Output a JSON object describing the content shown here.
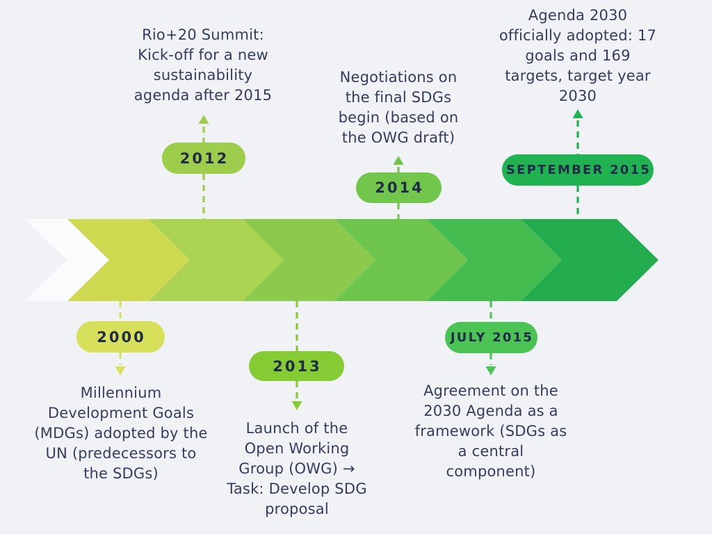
{
  "canvas": {
    "background": "#f1f2f6",
    "text_color": "#353c5e",
    "badge_text_color": "#1f2b47"
  },
  "timeline_arrow": {
    "band_colors": [
      "#cdd94f",
      "#a9d351",
      "#8bca4c",
      "#6ec54d",
      "#44bc50",
      "#23ad4e"
    ],
    "lead_band_color": "#fafbfd"
  },
  "milestones": {
    "above": [
      {
        "label": "2012",
        "badge_color": "#9ecd4b",
        "description": [
          "Rio+20 Summit:",
          "Kick-off for a new",
          "sustainability",
          "agenda after 2015"
        ]
      },
      {
        "label": "2014",
        "badge_color": "#72c64c",
        "description": [
          "Negotiations on",
          "the final SDGs",
          "begin (based on",
          "the OWG draft)"
        ]
      },
      {
        "label": "SEPTEMBER 2015",
        "badge_color": "#21b251",
        "description": [
          "Agenda 2030",
          "officially adopted: 17",
          "goals and 169",
          "targets, target year",
          "2030"
        ]
      }
    ],
    "below": [
      {
        "label": "2000",
        "badge_color": "#d7e05a",
        "description": [
          "Millennium",
          "Development Goals",
          "(MDGs) adopted by the",
          "UN (predecessors to",
          "the SDGs)"
        ]
      },
      {
        "label": "2013",
        "badge_color": "#85cb33",
        "description": [
          "Launch of the",
          "Open Working",
          "Group (OWG) →",
          "Task: Develop SDG",
          "proposal"
        ]
      },
      {
        "label": "JULY 2015",
        "badge_color": "#4cc455",
        "description": [
          "Agreement on the",
          "2030 Agenda as a",
          "framework (SDGs as",
          "a central",
          "component)"
        ]
      }
    ]
  }
}
